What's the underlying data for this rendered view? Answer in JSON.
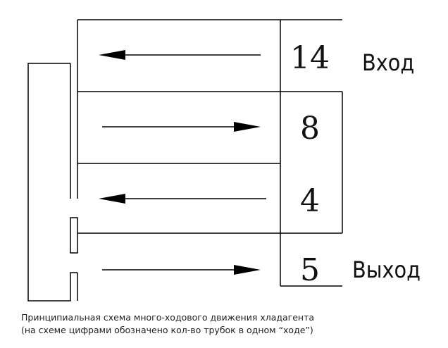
{
  "passes": [
    {
      "tubes": "14",
      "direction": "left"
    },
    {
      "tubes": "8",
      "direction": "right"
    },
    {
      "tubes": "4",
      "direction": "left"
    },
    {
      "tubes": "5",
      "direction": "right"
    }
  ],
  "labels": {
    "inlet": "Вход",
    "outlet": "Выход"
  },
  "caption": {
    "line1": "Принципиальная схема много-ходового движения хладагента",
    "line2": "(на схеме цифрами обозначено кол-во трубок в одном “ходе”)"
  }
}
